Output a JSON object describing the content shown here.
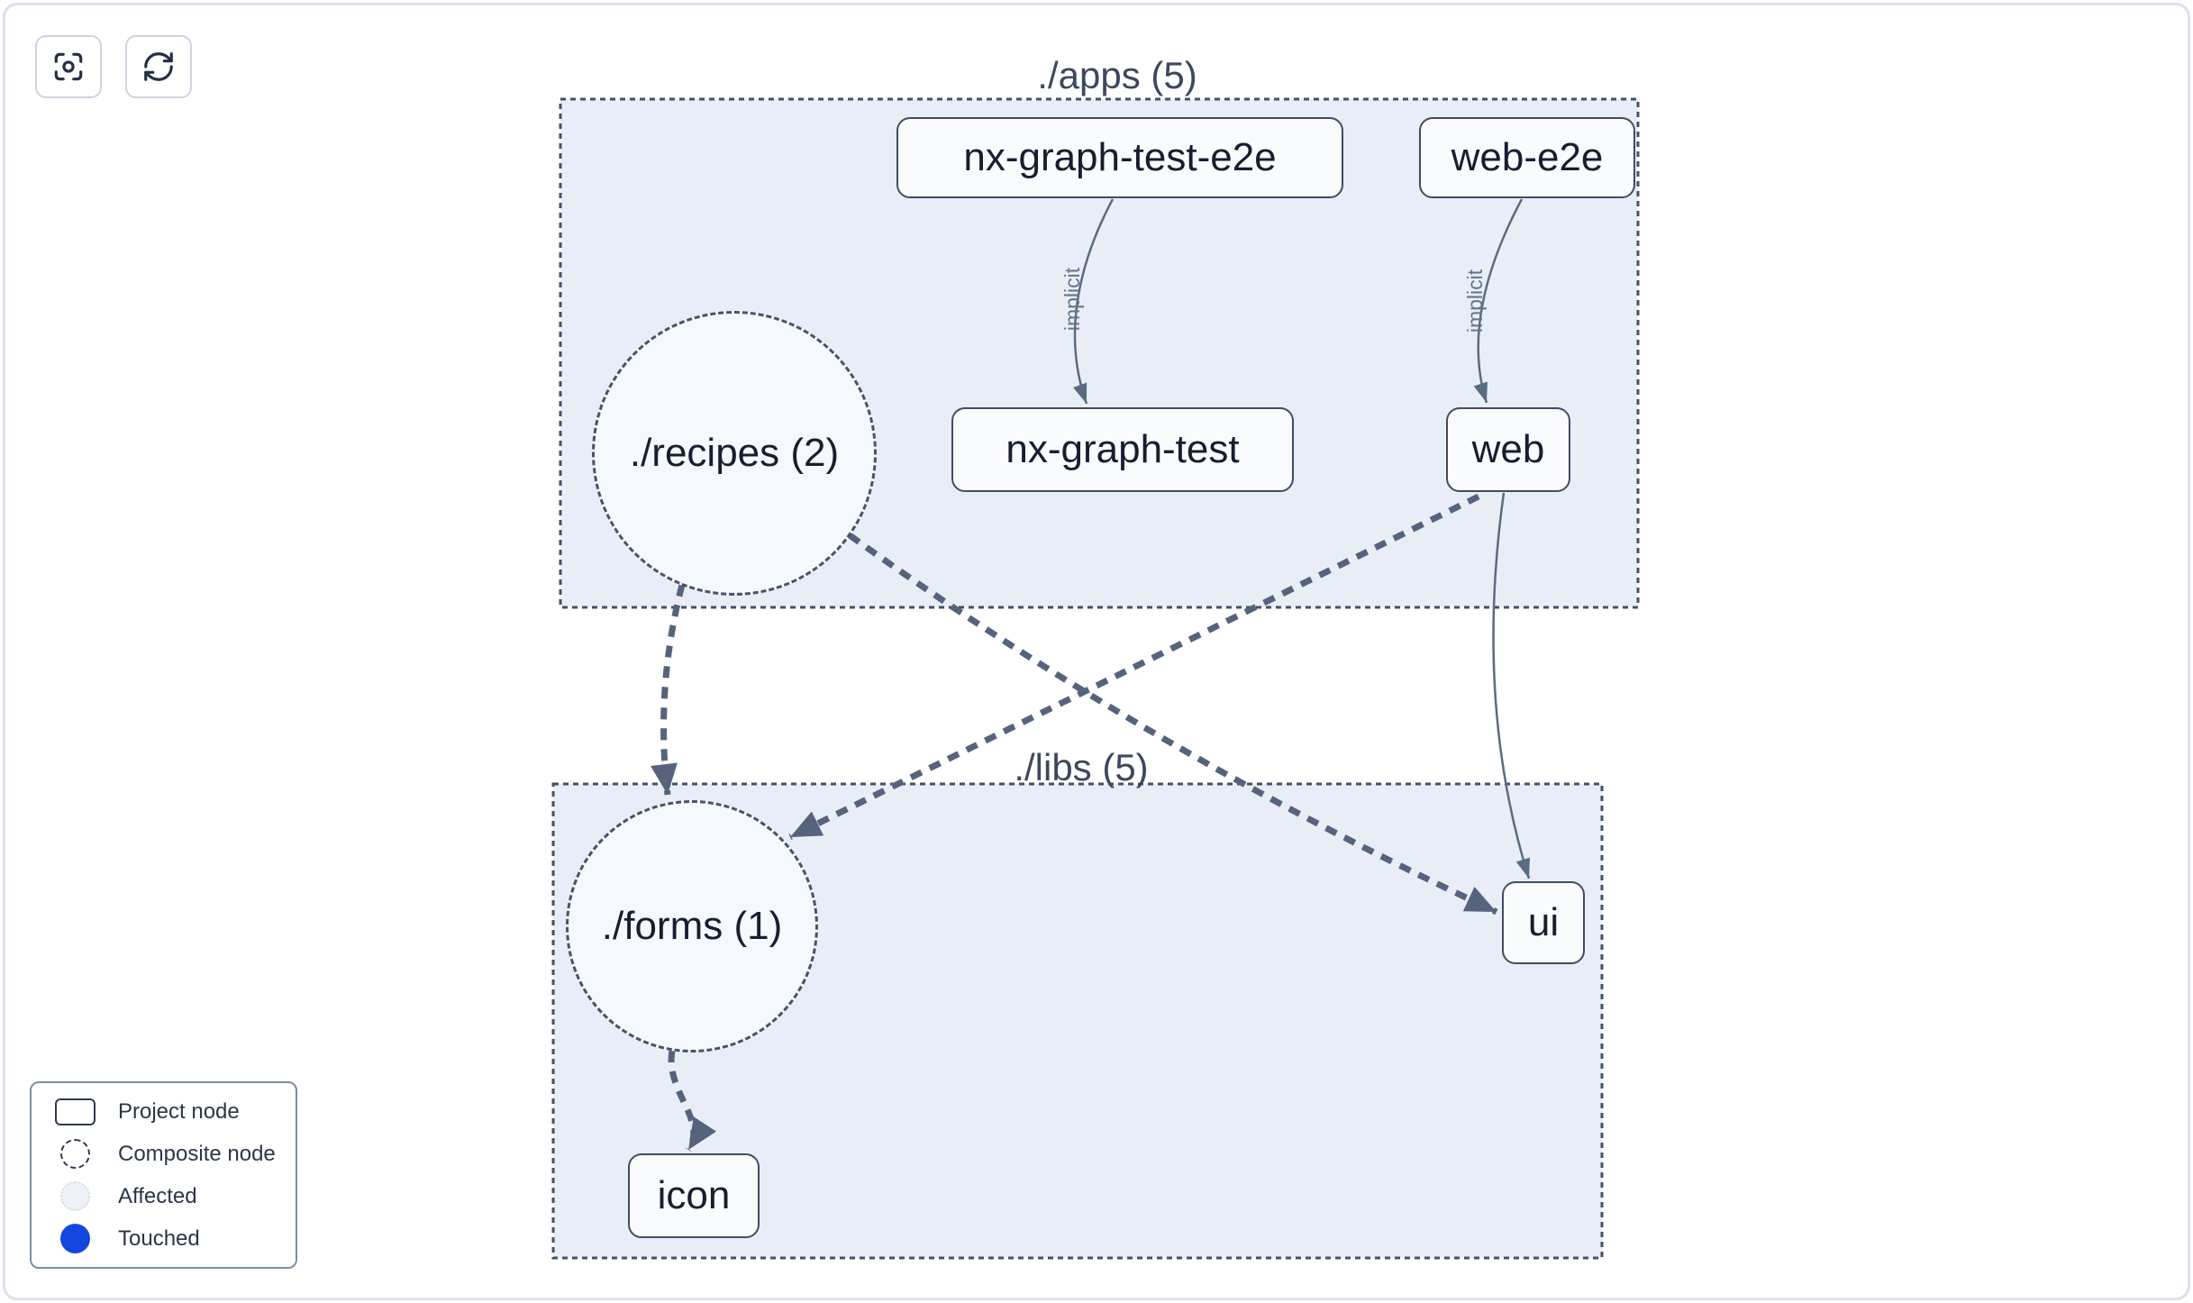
{
  "toolbar": {
    "buttons": [
      {
        "name": "focus",
        "icon": "focus-icon"
      },
      {
        "name": "refresh",
        "icon": "refresh-icon"
      }
    ]
  },
  "graph": {
    "groups": {
      "apps": {
        "label": "./apps (5)"
      },
      "libs": {
        "label": "./libs (5)"
      }
    },
    "nodes": {
      "nx_graph_test_e2e": {
        "label": "nx-graph-test-e2e",
        "type": "project"
      },
      "web_e2e": {
        "label": "web-e2e",
        "type": "project"
      },
      "recipes": {
        "label": "./recipes (2)",
        "type": "composite"
      },
      "nx_graph_test": {
        "label": "nx-graph-test",
        "type": "project"
      },
      "web": {
        "label": "web",
        "type": "project"
      },
      "forms": {
        "label": "./forms (1)",
        "type": "composite"
      },
      "ui": {
        "label": "ui",
        "type": "project"
      },
      "icon": {
        "label": "icon",
        "type": "project"
      }
    },
    "edges": [
      {
        "from": "nx-graph-test-e2e",
        "to": "nx-graph-test",
        "label": "implicit",
        "style": "solid"
      },
      {
        "from": "web-e2e",
        "to": "web",
        "label": "implicit",
        "style": "solid"
      },
      {
        "from": "./recipes (2)",
        "to": "./forms (1)",
        "label": "",
        "style": "dashed"
      },
      {
        "from": "./recipes (2)",
        "to": "ui",
        "label": "",
        "style": "dashed"
      },
      {
        "from": "web",
        "to": "./forms (1)",
        "label": "",
        "style": "dashed"
      },
      {
        "from": "web",
        "to": "ui",
        "label": "",
        "style": "solid"
      },
      {
        "from": "./forms (1)",
        "to": "icon",
        "label": "",
        "style": "dashed"
      }
    ]
  },
  "legend": {
    "items": [
      {
        "label": "Project node",
        "icon": "project-node-icon"
      },
      {
        "label": "Composite node",
        "icon": "composite-node-icon"
      },
      {
        "label": "Affected",
        "icon": "affected-icon"
      },
      {
        "label": "Touched",
        "icon": "touched-icon"
      }
    ]
  },
  "colors": {
    "touched": "#1347e0",
    "group_fill": "#e9eef6",
    "node_fill": "#f9fbfd",
    "edge": "#55647c",
    "border": "#3f4c63"
  }
}
